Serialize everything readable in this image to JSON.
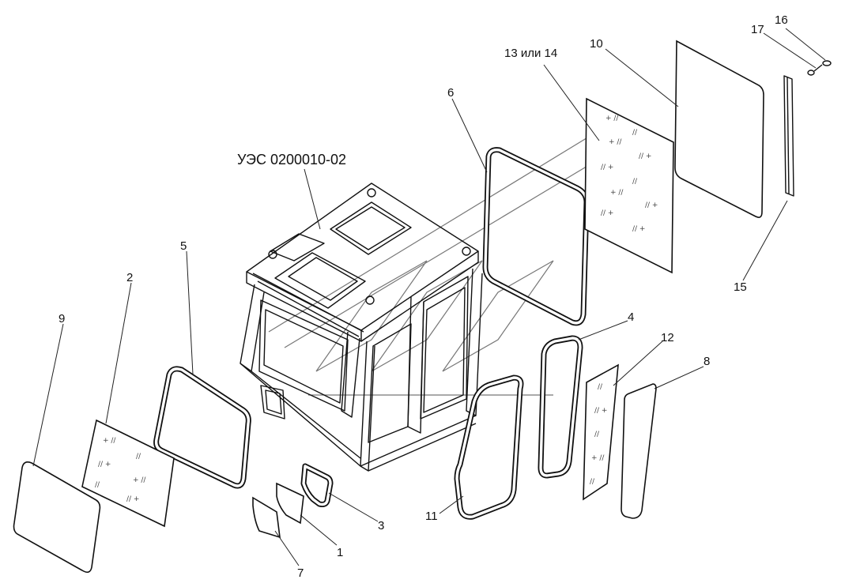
{
  "diagram": {
    "assembly_code": "УЭС 0200010-02",
    "callouts": {
      "c1": "1",
      "c2": "2",
      "c3": "3",
      "c4": "4",
      "c5": "5",
      "c6": "6",
      "c7": "7",
      "c8": "8",
      "c9": "9",
      "c10": "10",
      "c11": "11",
      "c12": "12",
      "c13_14": "13 или 14",
      "c15": "15",
      "c16": "16",
      "c17": "17"
    }
  },
  "colors": {
    "line": "#111111",
    "background": "#ffffff",
    "watermark": "#777777"
  }
}
